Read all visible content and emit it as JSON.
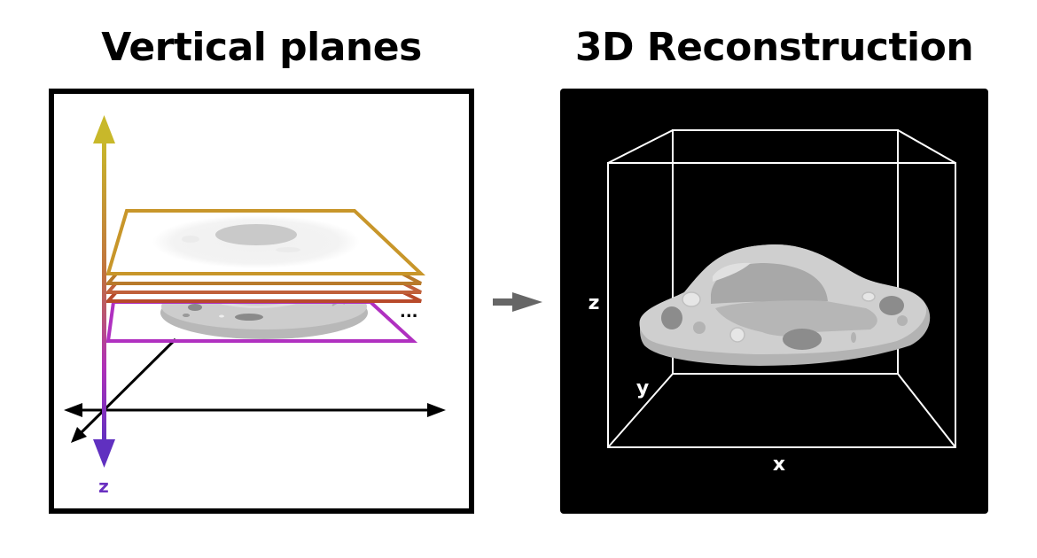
{
  "titles": {
    "left": "Vertical planes",
    "right": "3D Reconstruction"
  },
  "left_panel": {
    "axis_label_z": "z",
    "ellipsis": "...",
    "z_axis_gradient": {
      "top": "#c8b82a",
      "middle": "#c06a5a",
      "bottom": "#6a30c0"
    },
    "plane_colors": [
      "#c8962a",
      "#b87a2a",
      "#c0603a",
      "#b84a2a",
      "#b030c0"
    ],
    "plane_count_shown": 5
  },
  "right_panel": {
    "background": "#000000",
    "axis_label_x": "x",
    "axis_label_y": "y",
    "axis_label_z": "z",
    "box_color": "#ffffff",
    "cell_colors": {
      "body": "#cfcfcf",
      "shadow": "#b2b2b2",
      "nucleus": "#a7a7a7",
      "organelle_dark": "#8c8c8c",
      "vesicle_light": "#e6e6e6"
    }
  },
  "flow_arrow": {
    "color": "#666666",
    "icon": "right-arrow-icon"
  }
}
